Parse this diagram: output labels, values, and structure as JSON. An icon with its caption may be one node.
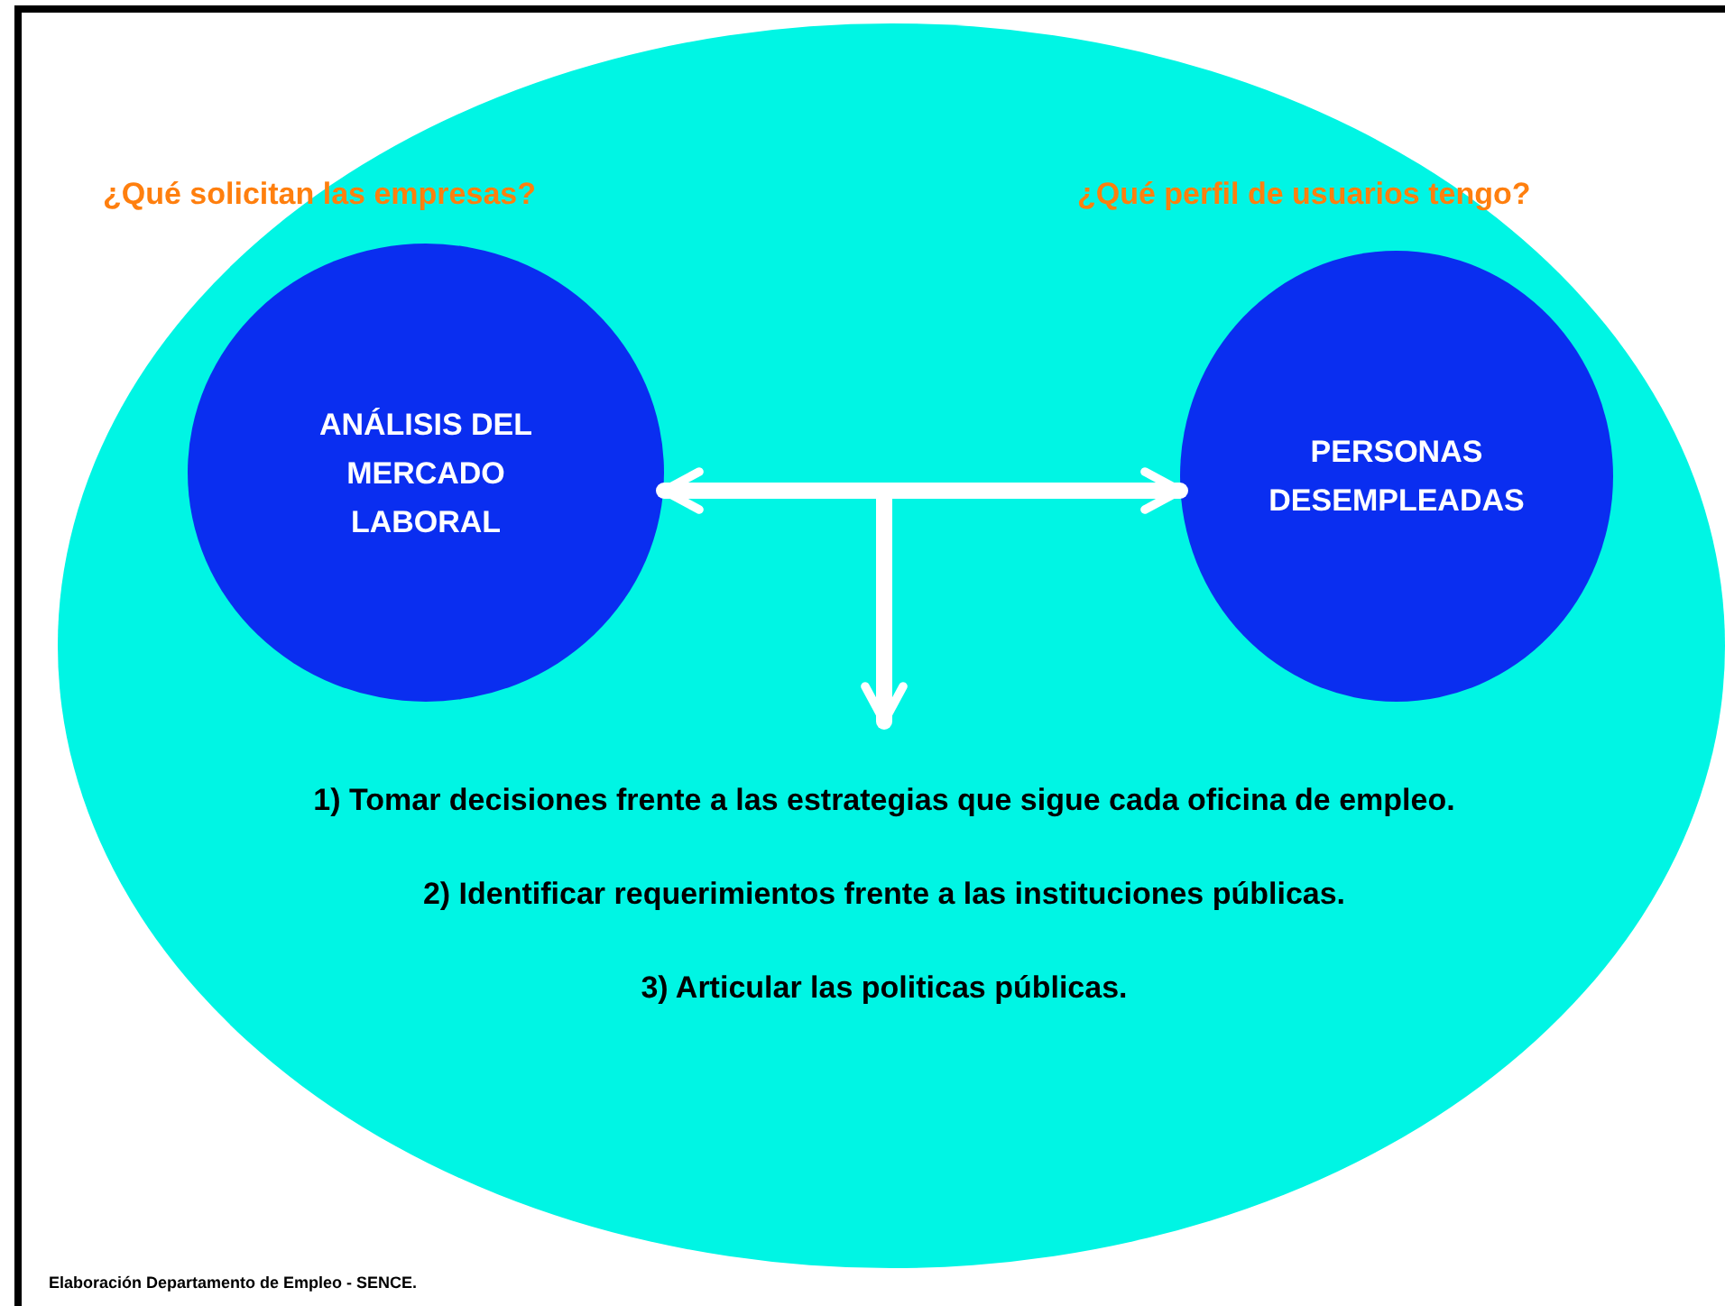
{
  "diagram": {
    "nodes": [
      {
        "text": [],
        "shape": "ellipse"
      },
      {
        "text": [
          "ANÁLISIS DEL MERCADO LABORAL"
        ],
        "in": 0,
        "beside": [
          "¿Qué solicitan las empresas?"
        ]
      },
      {
        "text": [
          "PERSONAS DESEMPLEADAS"
        ],
        "in": 0,
        "beside": [
          "¿Qué perfil de usuarios tengo?"
        ]
      },
      {
        "text": [
          "1) Tomar decisiones frente a las estrategias que sigue cada oficina de empleo.",
          "2) Identificar requerimientos frente a las instituciones públicas.",
          "3) Articular las politicas públicas."
        ],
        "in": 0
      }
    ],
    "edges": [
      {
        "from": 1,
        "to": 2,
        "arrow": "both"
      },
      {
        "from": null,
        "to": 3,
        "arrow": "to"
      }
    ],
    "labels": [
      "Elaboración Departamento de Empleo - SENCE."
    ]
  }
}
